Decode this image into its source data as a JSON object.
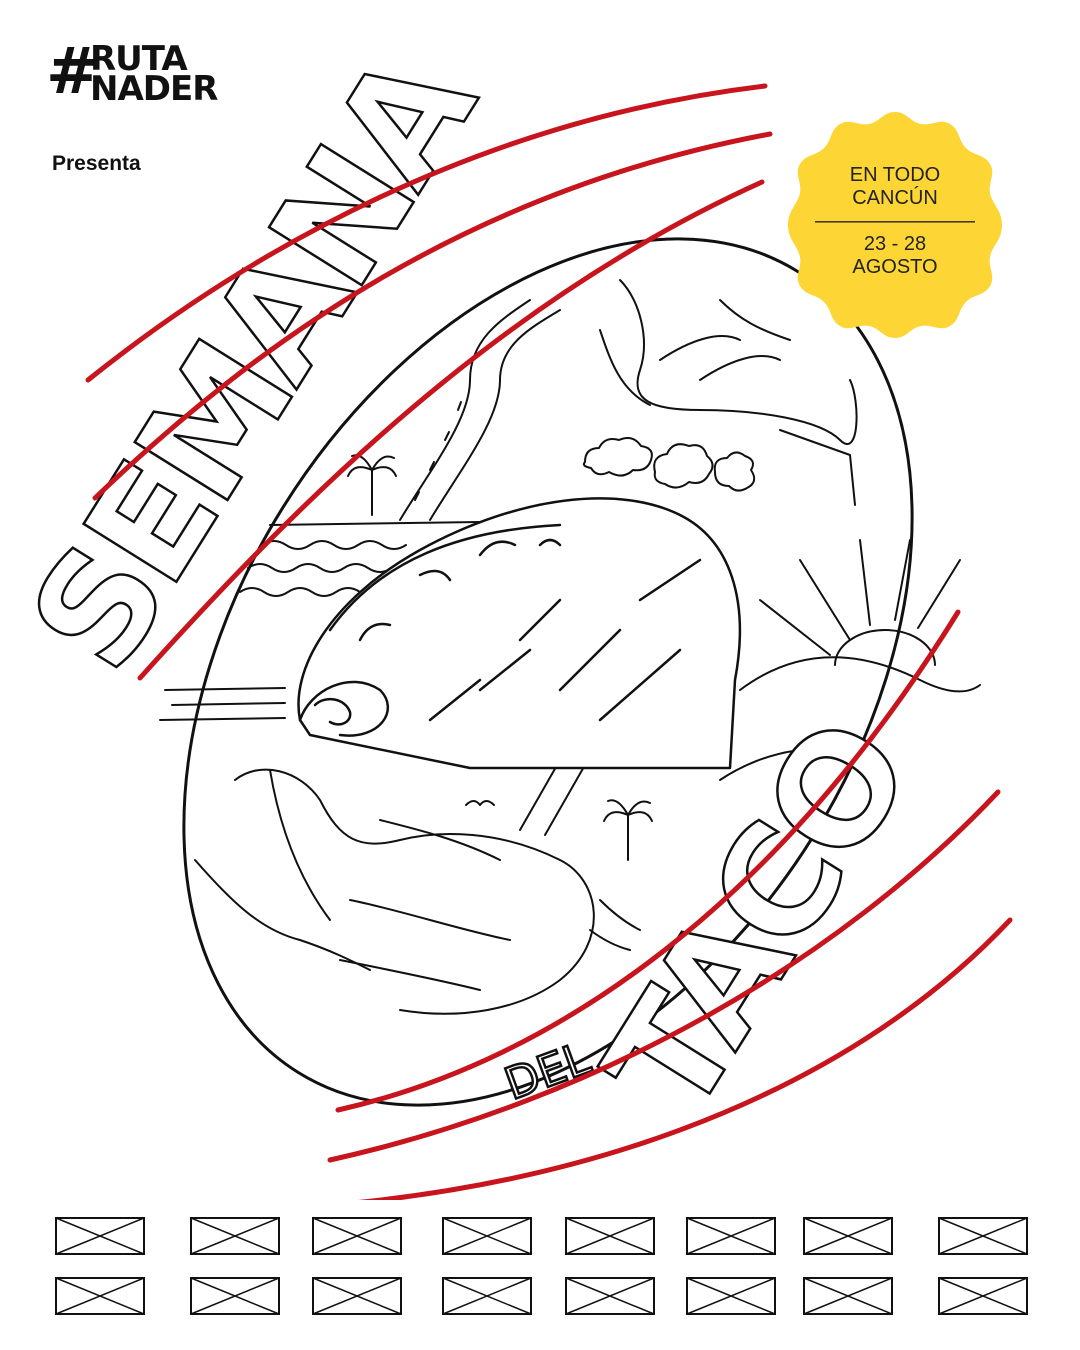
{
  "brand": {
    "hash": "#",
    "line1": "RUTA",
    "line2": "NADER"
  },
  "intro": "Presenta",
  "title": {
    "line1": "SEMANA",
    "line2": "DEL",
    "line3": "TACO"
  },
  "badge": {
    "line1": "EN TODO",
    "line2": "CANCÚN",
    "divider": "————————",
    "line3": "23 - 28",
    "line4": "AGOSTO",
    "color": "#FDD535"
  },
  "colors": {
    "accent": "#C8141C",
    "ink": "#111111"
  },
  "sponsor_placeholders": {
    "rows": 2,
    "per_row": 8
  }
}
